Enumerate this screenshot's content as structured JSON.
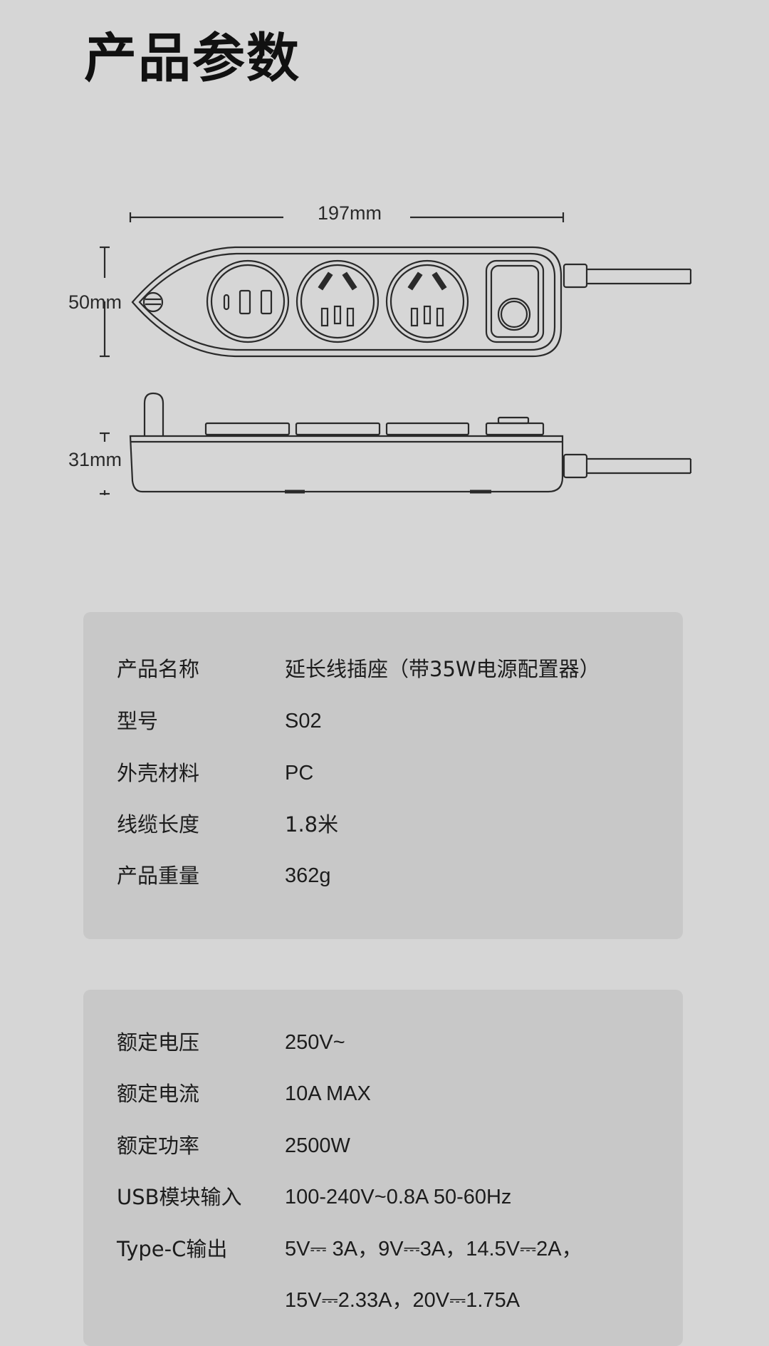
{
  "title": "产品参数",
  "diagram": {
    "width_label": "197mm",
    "height_label": "50mm",
    "depth_label": "31mm"
  },
  "specs_basic": [
    {
      "label": "产品名称",
      "value": "延长线插座（带35W电源配置器）"
    },
    {
      "label": "型号",
      "value": "S02"
    },
    {
      "label": "外壳材料",
      "value": " PC"
    },
    {
      "label": "线缆长度",
      "value": "1.8米"
    },
    {
      "label": "产品重量",
      "value": "362g"
    }
  ],
  "specs_electrical": [
    {
      "label": "额定电压",
      "value": "250V~"
    },
    {
      "label": "额定电流",
      "value": "10A MAX"
    },
    {
      "label": "额定功率",
      "value": "2500W"
    },
    {
      "label": "USB模块输入",
      "value": "100-240V~0.8A  50-60Hz"
    },
    {
      "label": "Type-C输出",
      "value": "5V⎓ 3A，9V⎓3A，14.5V⎓2A，"
    },
    {
      "label": "",
      "value": "15V⎓2.33A，20V⎓1.75A"
    }
  ],
  "colors": {
    "background": "#d6d6d6",
    "card": "#c8c8c8",
    "line": "#2a2a2a"
  }
}
